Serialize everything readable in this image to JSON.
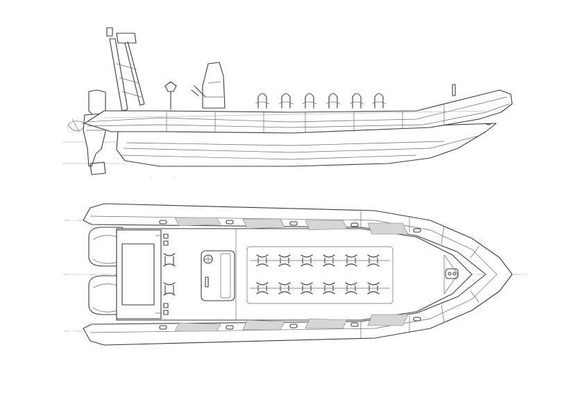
{
  "diagram": {
    "views": [
      "side-profile",
      "plan-top"
    ],
    "seat_rows": 2,
    "seats_per_row": 6,
    "colors": {
      "line": "#3a3a3a",
      "pad": "#d6d6d6",
      "background": "#ffffff"
    }
  }
}
